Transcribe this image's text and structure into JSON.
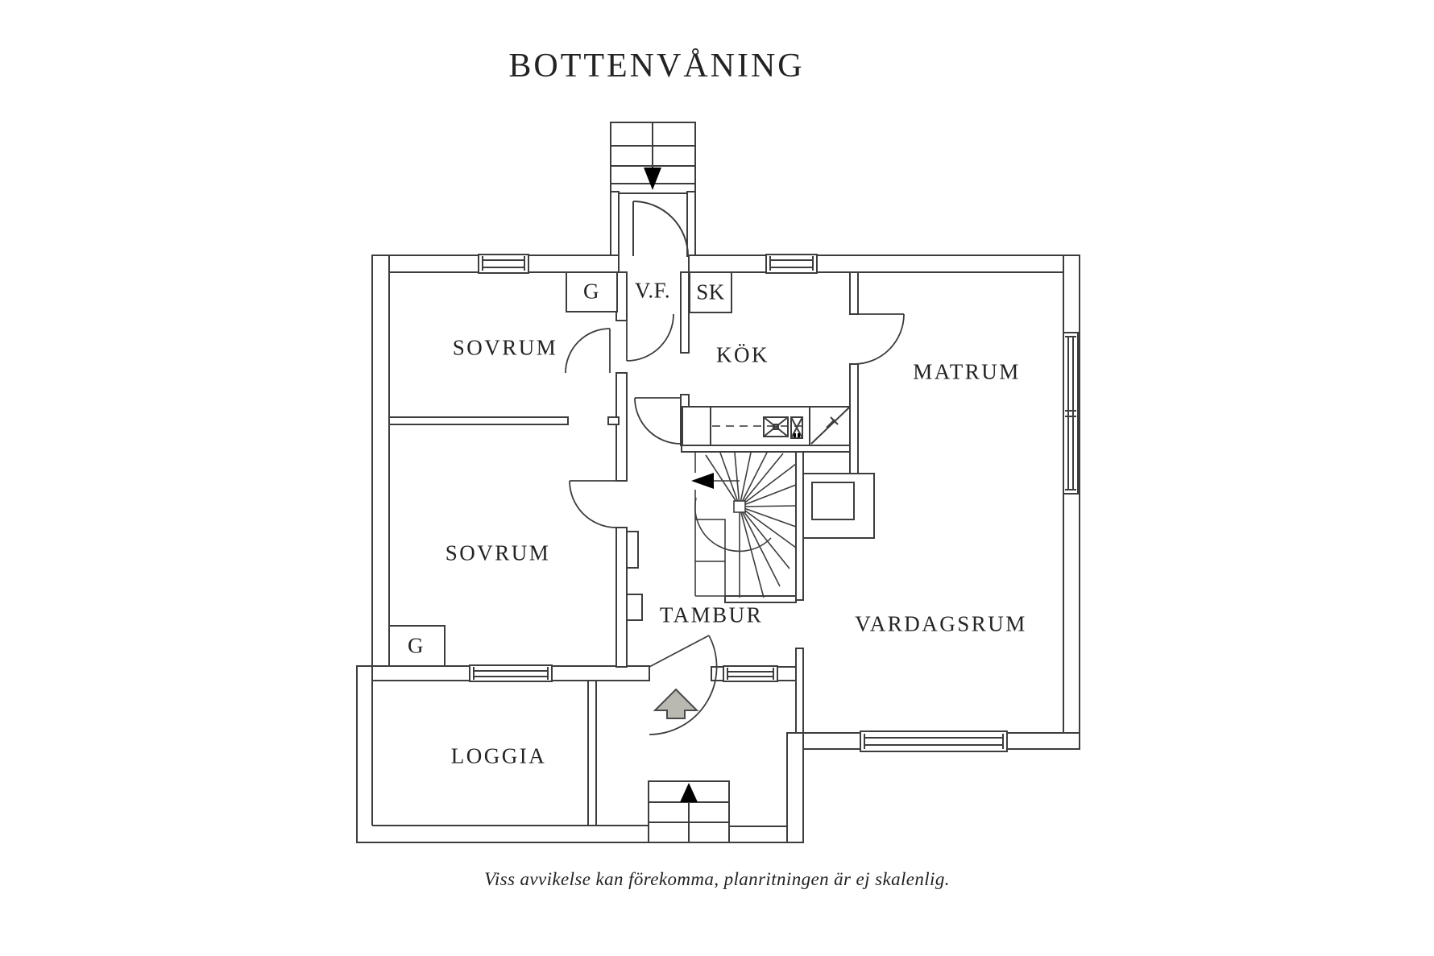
{
  "page": {
    "title": "BOTTENVÅNING",
    "disclaimer": "Viss avvikelse kan förekomma, planritningen är ej skalenlig."
  },
  "floor_plan": {
    "rooms": {
      "sovrum_upper": {
        "label": "SOVRUM"
      },
      "sovrum_lower": {
        "label": "SOVRUM"
      },
      "kok": {
        "label": "KÖK"
      },
      "matrum": {
        "label": "MATRUM"
      },
      "vardagsrum": {
        "label": "VARDAGSRUM"
      },
      "tambur": {
        "label": "TAMBUR"
      },
      "loggia": {
        "label": "LOGGIA"
      }
    },
    "closets": {
      "vf": {
        "label": "V.F."
      },
      "sk": {
        "label": "SK"
      },
      "g_upper": {
        "label": "G"
      },
      "g_lower": {
        "label": "G"
      }
    },
    "symbols": {
      "entry_stairs_arrow_direction": "down",
      "porch_steps_arrow_direction": "up",
      "spiral_stair_arrow_direction": "left",
      "entrance_arrow_direction": "up"
    },
    "colors": {
      "line": "#3d3d3d",
      "text": "#232323",
      "entrance_arrow_fill": "#b9b9b1",
      "stair_arrow_fill": "#000000",
      "background": "#ffffff"
    }
  }
}
